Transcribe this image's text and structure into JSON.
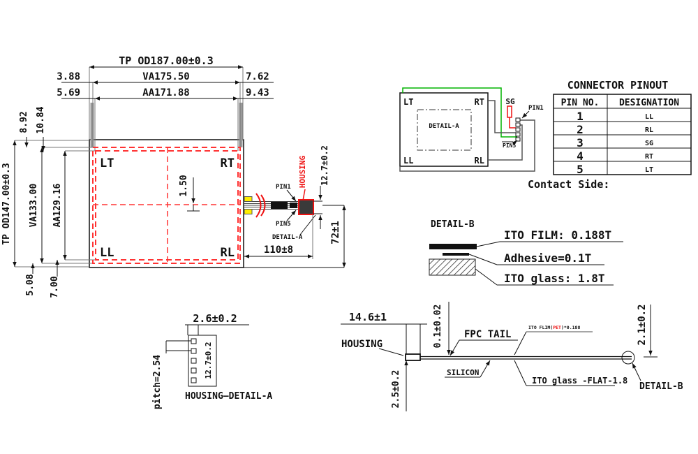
{
  "main": {
    "top": {
      "od": "TP OD187.00±0.3",
      "va": "VA175.50",
      "aa": "AA171.88",
      "off_va_l": "3.88",
      "off_va_r": "7.62",
      "off_aa_l": "5.69",
      "off_aa_r": "9.43"
    },
    "left": {
      "od": "TP OD147.00±0.3",
      "va": "VA133.00",
      "aa": "AA129.16",
      "off_va_t": "8.92",
      "off_aa_t": "10.84",
      "off_va_b": "5.08",
      "off_aa_b": "7.00"
    },
    "corners": {
      "lt": "LT",
      "rt": "RT",
      "ll": "LL",
      "rl": "RL"
    },
    "center_offset": "1.50",
    "fpc": {
      "pin1": "PIN1",
      "pin5": "PIN5",
      "detail_a": "DETAIL-A",
      "housing": "HOUSING",
      "housing_h": "12.7±0.2",
      "tail_len": "110±8",
      "tail_pos": "72±1"
    }
  },
  "schematic": {
    "corners": {
      "lt": "LT",
      "rt": "RT",
      "ll": "LL",
      "rl": "RL"
    },
    "detail_a": "DETAIL-A",
    "sg": "SG",
    "pin1": "PIN1",
    "pin5": "PIN5"
  },
  "pinout": {
    "title": "CONNECTOR PINOUT",
    "col_pin": "PIN NO.",
    "col_des": "DESIGNATION",
    "rows": [
      {
        "pin": "1",
        "designation": "LL"
      },
      {
        "pin": "2",
        "designation": "RL"
      },
      {
        "pin": "3",
        "designation": "SG"
      },
      {
        "pin": "4",
        "designation": "RT"
      },
      {
        "pin": "5",
        "designation": "LT"
      }
    ],
    "contact": "Contact Side:"
  },
  "detail_b": {
    "title": "DETAIL-B",
    "film": "ITO FILM: 0.188T",
    "adhesive": "Adhesive=0.1T",
    "glass": "ITO glass: 1.8T"
  },
  "housing_a": {
    "width": "2.6±0.2",
    "pitch": "pitch=2.54",
    "height": "12.7±0.2",
    "caption": "HOUSING—DETAIL-A"
  },
  "section": {
    "housing_w": "14.6±1",
    "housing": "HOUSING",
    "film_t": "0.1±0.02",
    "fpc_tail": "FPC TAIL",
    "silicon": "SILICON",
    "housing_t": "2.5±0.2",
    "film_note_1": "ITO FLIM(",
    "film_note_red": "PET",
    "film_note_2": ")*0.188",
    "glass_note": "ITO glass -FLAT-1.8",
    "total_t": "2.1±0.2",
    "detail_b": "DETAIL-B"
  },
  "colors": {
    "line": "#111111",
    "red": "#ee1111",
    "green": "#00b400",
    "gray": "#666666",
    "yellow": "#ffee00"
  }
}
